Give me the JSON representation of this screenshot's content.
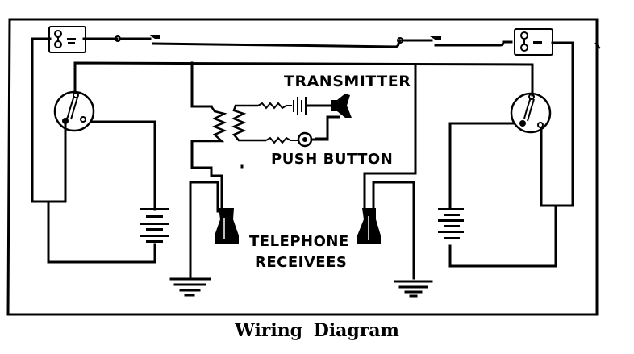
{
  "diagram": {
    "caption": "Wiring Diagram",
    "labels": {
      "transmitter": "TRANSMITTER",
      "push_button": "PUSH BUTTON",
      "telephone_line1": "TELEPHONE",
      "telephone_line2": "RECEIVEES"
    },
    "components": [
      {
        "name": "left-switch-box",
        "icon": "switch-box-icon"
      },
      {
        "name": "right-switch-box",
        "icon": "switch-box-icon"
      },
      {
        "name": "left-magneto-bell",
        "icon": "bell-circle-icon"
      },
      {
        "name": "right-magneto-bell",
        "icon": "bell-circle-icon"
      },
      {
        "name": "left-battery",
        "icon": "battery-icon"
      },
      {
        "name": "right-battery",
        "icon": "battery-icon"
      },
      {
        "name": "induction-coil",
        "icon": "coil-icon"
      },
      {
        "name": "transmitter-battery",
        "icon": "battery-icon"
      },
      {
        "name": "transmitter",
        "icon": "transmitter-icon"
      },
      {
        "name": "push-button",
        "icon": "push-button-icon"
      },
      {
        "name": "left-receiver",
        "icon": "receiver-icon"
      },
      {
        "name": "right-receiver",
        "icon": "receiver-icon"
      },
      {
        "name": "left-ground",
        "icon": "ground-icon"
      },
      {
        "name": "right-ground",
        "icon": "ground-icon"
      }
    ],
    "colors": {
      "ink": "#000000",
      "paper": "#ffffff"
    }
  }
}
